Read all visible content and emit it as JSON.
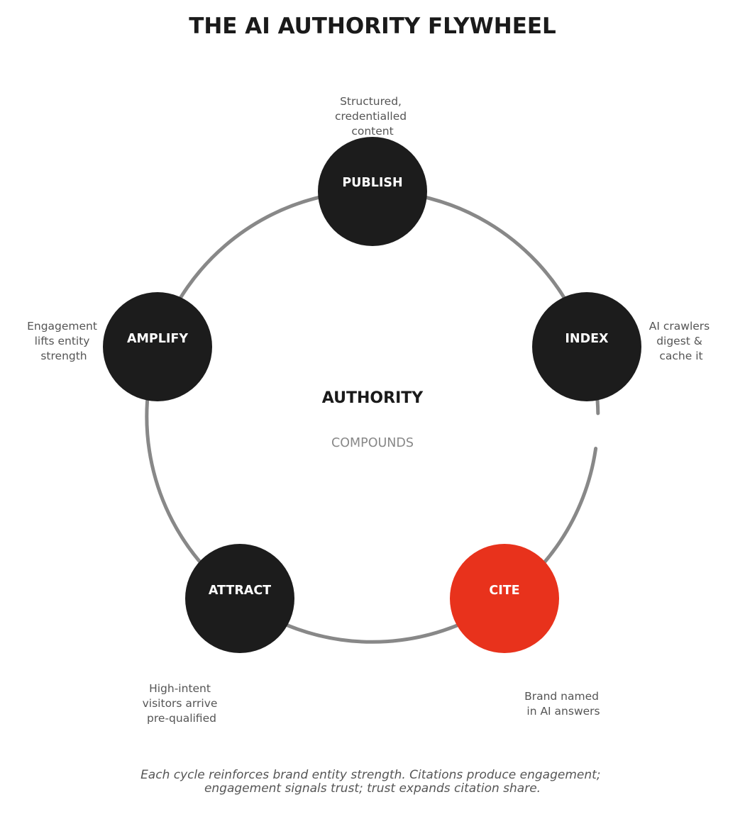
{
  "title": "THE AI AUTHORITY FLYWHEEL",
  "center": {
    "title": "AUTHORITY",
    "subtitle": "COMPOUNDS"
  },
  "nodes": [
    {
      "id": "publish",
      "label": "PUBLISH",
      "color": "#1c1c1c",
      "description": [
        "Structured,",
        "credentialled",
        "content"
      ]
    },
    {
      "id": "index",
      "label": "INDEX",
      "color": "#1c1c1c",
      "description": [
        "AI crawlers",
        "digest &",
        "cache it"
      ]
    },
    {
      "id": "cite",
      "label": "CITE",
      "color": "#e8321c",
      "description": [
        "Brand named",
        "in AI answers"
      ]
    },
    {
      "id": "attract",
      "label": "ATTRACT",
      "color": "#1c1c1c",
      "description": [
        "High-intent",
        "visitors arrive",
        "pre-qualified"
      ]
    },
    {
      "id": "amplify",
      "label": "AMPLIFY",
      "color": "#1c1c1c",
      "description": [
        "Engagement",
        "lifts entity",
        "strength"
      ]
    }
  ],
  "footer": [
    "Each cycle reinforces brand entity strength. Citations produce engagement;",
    "engagement signals trust; trust expands citation share."
  ],
  "colors": {
    "ring": "#888888",
    "node_dark": "#1c1c1c",
    "highlight": "#e8321c",
    "title": "#1a1a1a",
    "description": "#555555",
    "center_subtitle": "#888888"
  }
}
